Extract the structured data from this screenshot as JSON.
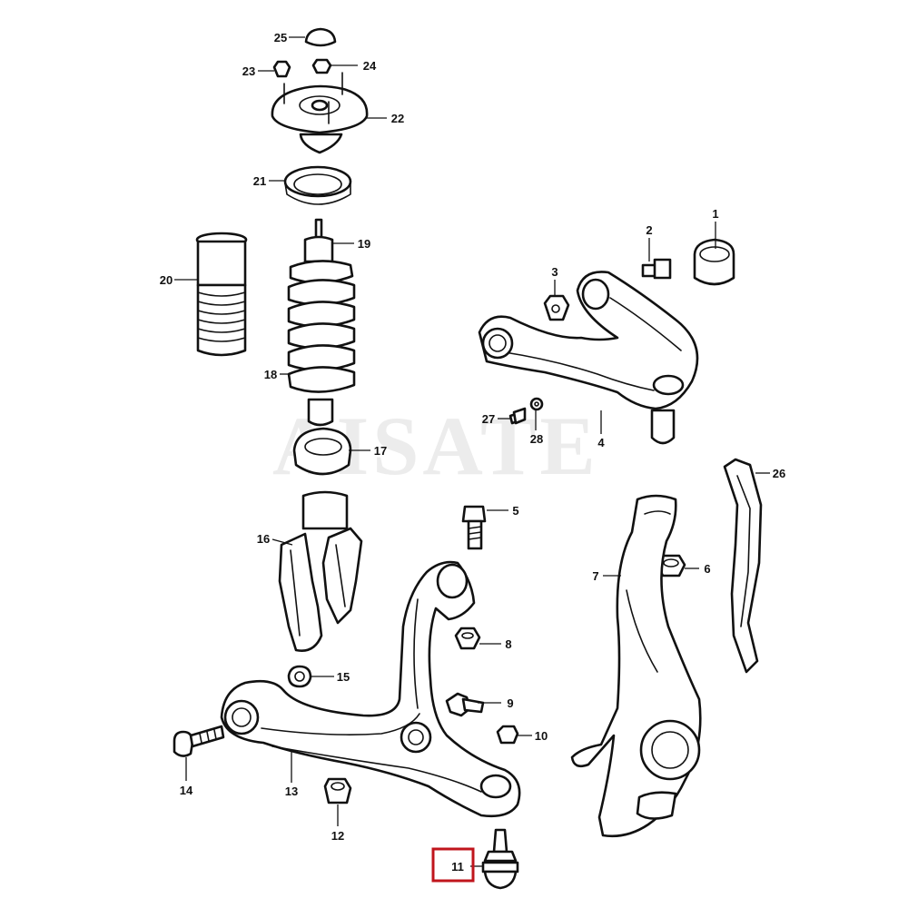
{
  "watermark": "AISATE",
  "highlight_color": "#c0151c",
  "highlighted_part": "11",
  "callouts": [
    {
      "key": "1",
      "text": "1"
    },
    {
      "key": "2",
      "text": "2"
    },
    {
      "key": "3",
      "text": "3"
    },
    {
      "key": "4",
      "text": "4"
    },
    {
      "key": "5",
      "text": "5"
    },
    {
      "key": "6",
      "text": "6"
    },
    {
      "key": "7",
      "text": "7"
    },
    {
      "key": "8",
      "text": "8"
    },
    {
      "key": "9",
      "text": "9"
    },
    {
      "key": "10",
      "text": "10"
    },
    {
      "key": "11",
      "text": "11"
    },
    {
      "key": "12",
      "text": "12"
    },
    {
      "key": "13",
      "text": "13"
    },
    {
      "key": "14",
      "text": "14"
    },
    {
      "key": "15",
      "text": "15"
    },
    {
      "key": "16",
      "text": "16"
    },
    {
      "key": "17",
      "text": "17"
    },
    {
      "key": "18",
      "text": "18"
    },
    {
      "key": "19",
      "text": "19"
    },
    {
      "key": "20",
      "text": "20"
    },
    {
      "key": "21",
      "text": "21"
    },
    {
      "key": "22",
      "text": "22"
    },
    {
      "key": "23",
      "text": "23"
    },
    {
      "key": "24",
      "text": "24"
    },
    {
      "key": "25",
      "text": "25"
    },
    {
      "key": "26",
      "text": "26"
    },
    {
      "key": "27",
      "text": "27"
    },
    {
      "key": "28",
      "text": "28"
    }
  ]
}
